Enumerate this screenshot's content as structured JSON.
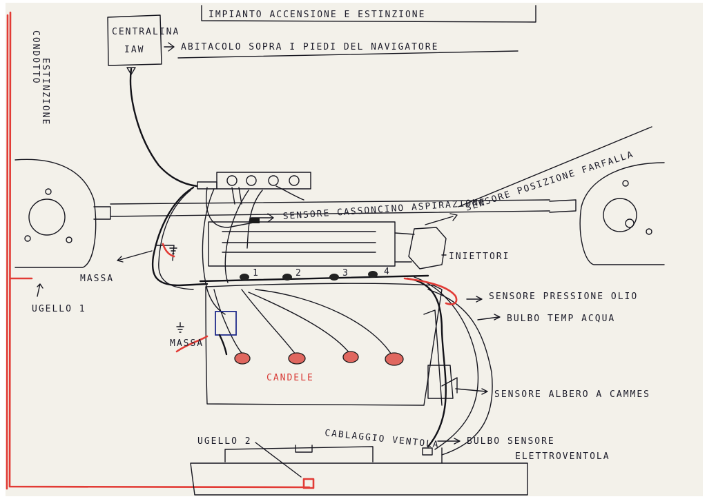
{
  "title": "IMPIANTO ACCENSIONE E ESTINZIONE",
  "ecu": {
    "label_line1": "CENTRALINA",
    "label_line2": "IAW",
    "location_note": "ABITACOLO SOPRA I PIEDI DEL NAVIGATORE"
  },
  "extinguisher": {
    "duct_label_line1": "CONDOTTO",
    "duct_label_line2": "ESTINZIONE",
    "nozzle_1": "UGELLO 1",
    "nozzle_2": "UGELLO 2"
  },
  "labels": {
    "intake_box_sensor": "SENSORE CASSONCINO ASPIRAZIONE",
    "throttle_sensor": "SENSORE POSIZIONE FARFALLA",
    "injectors": "INIETTORI",
    "oil_pressure": "SENSORE PRESSIONE OLIO",
    "water_temp": "BULBO TEMP ACQUA",
    "camshaft_sensor": "SENSORE ALBERO A CAMMES",
    "fan_sensor_line1": "BULBO SENSORE",
    "fan_sensor_line2": "ELETTROVENTOLA",
    "fan_harness": "CABLAGGIO VENTOLA",
    "spark_plugs": "CANDELE",
    "ground_left": "MASSA",
    "ground_right": "MASSA",
    "injector_numbers": [
      "1",
      "2",
      "3",
      "4"
    ]
  },
  "colors": {
    "ink": "#16161f",
    "red_pen": "#e23b35",
    "plug_fill": "#e0675f",
    "paper": "#f3f1ea",
    "blue_pen": "#1e2a8a"
  }
}
